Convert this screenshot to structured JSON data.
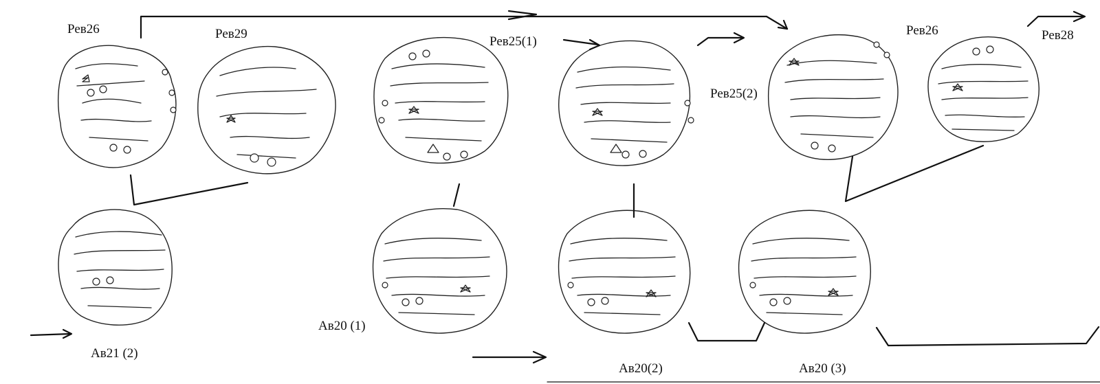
{
  "labels": {
    "rev26_left": "Рев26",
    "rev29": "Рев29",
    "rev25_1": "Рев25(1)",
    "rev25_2": "Рев25(2)",
    "rev26_right": "Рев26",
    "rev28": "Рев28",
    "av21_2": "Ав21 (2)",
    "av20_1": "Ав20 (1)",
    "av20_2": "Ав20(2)",
    "av20_3": "Ав20 (3)"
  },
  "coins": {
    "reverse": [
      "Рев26",
      "Рев29",
      "Рев25(1)",
      "Рев25(2)",
      "Рев26",
      "Рев28"
    ],
    "obverse": [
      "Ав21 (2)",
      "Ав20 (1)",
      "Ав20(2)",
      "Ав20 (3)"
    ]
  },
  "colors": {
    "ink": "#111111",
    "paper": "#ffffff"
  }
}
